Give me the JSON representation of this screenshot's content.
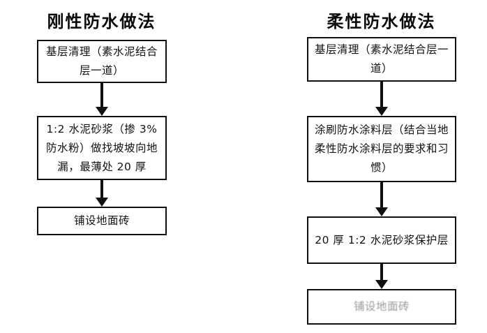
{
  "page": {
    "background": "#ffffff",
    "ink": "#101010"
  },
  "columns": [
    {
      "id": "rigid",
      "title": "刚性防水做法",
      "nodes": [
        {
          "id": "l1",
          "text": "基层清理（素水泥结合层一道）"
        },
        {
          "id": "l2",
          "text": "1:2 水泥砂浆（掺 3% 防水粉）做找坡坡向地漏，最薄处 20 厚"
        },
        {
          "id": "l3",
          "text": "铺设地面砖"
        }
      ],
      "arrows": [
        {
          "id": "l1",
          "from": "l1",
          "to": "l2",
          "direction": "down"
        },
        {
          "id": "l2",
          "from": "l2",
          "to": "l3",
          "direction": "down"
        }
      ]
    },
    {
      "id": "flexible",
      "title": "柔性防水做法",
      "nodes": [
        {
          "id": "r1",
          "text": "基层清理（素水泥结合层一道）"
        },
        {
          "id": "r2",
          "text": "涂刷防水涂料层（结合当地柔性防水涂料层的要求和习惯）"
        },
        {
          "id": "r3",
          "text": "20 厚 1:2 水泥砂浆保护层"
        },
        {
          "id": "r4",
          "text": "铺设地面砖"
        }
      ],
      "arrows": [
        {
          "id": "r1",
          "from": "r1",
          "to": "r2",
          "direction": "down"
        },
        {
          "id": "r2",
          "from": "r2",
          "to": "r3",
          "direction": "down"
        },
        {
          "id": "r3",
          "from": "r3",
          "to": "r4",
          "direction": "down"
        }
      ]
    }
  ]
}
